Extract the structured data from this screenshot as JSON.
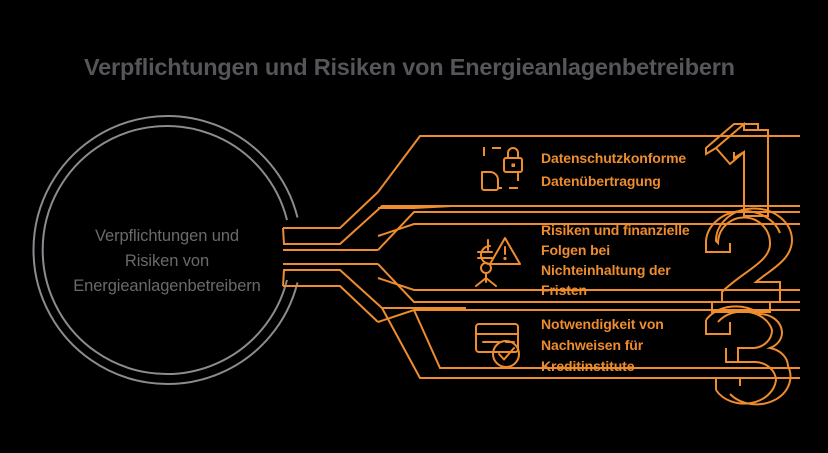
{
  "page": {
    "background_color": "#000000",
    "accent_color": "#ee8c2e",
    "gray_color": "#8c8c90",
    "title_color": "#55555a"
  },
  "header": {
    "title": "Verpflichtungen und Risiken von Energieanlagenbetreibern"
  },
  "hub": {
    "label_lines": [
      "Verpflichtungen und",
      "Risiken von",
      "Energieanlagenbetreibern"
    ]
  },
  "items": [
    {
      "number": "1",
      "icon": "lock-document-icon",
      "lines": [
        "Datenschutzkonforme",
        "Datenübertragung"
      ]
    },
    {
      "number": "2",
      "icon": "person-warning-icon",
      "lines": [
        "Risiken und finanzielle",
        "Folgen bei",
        "Nichteinhaltung der",
        "Fristen"
      ]
    },
    {
      "number": "3",
      "icon": "certificate-check-icon",
      "lines": [
        "Notwendigkeit von",
        "Nachweisen für",
        "Kreditinstitute"
      ]
    }
  ]
}
